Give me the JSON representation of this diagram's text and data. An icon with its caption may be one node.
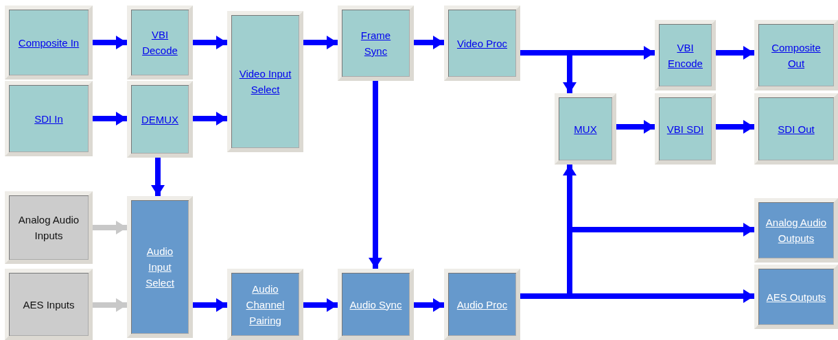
{
  "diagram": {
    "nodes": [
      {
        "text": [
          "Composite In"
        ]
      },
      {
        "text": [
          "SDI In"
        ]
      },
      {
        "text": [
          "VBI Decode"
        ]
      },
      {
        "text": [
          "DEMUX"
        ]
      },
      {
        "text": [
          "Video Input Select"
        ]
      },
      {
        "text": [
          "Frame Sync"
        ]
      },
      {
        "text": [
          "Video Proc"
        ]
      },
      {
        "text": [
          "VBI Encode"
        ]
      },
      {
        "text": [
          "Composite Out"
        ]
      },
      {
        "text": [
          "MUX"
        ]
      },
      {
        "text": [
          "VBI SDI"
        ]
      },
      {
        "text": [
          "SDI Out"
        ]
      },
      {
        "text": [
          "Analog Audio Inputs"
        ]
      },
      {
        "text": [
          "AES Inputs"
        ]
      },
      {
        "text": [
          "Audio Input Select"
        ]
      },
      {
        "text": [
          "Audio Channel Pairing"
        ]
      },
      {
        "text": [
          "Audio Sync"
        ]
      },
      {
        "text": [
          "Audio Proc"
        ]
      },
      {
        "text": [
          "Analog Audio Outputs"
        ]
      },
      {
        "text": [
          "AES Outputs"
        ]
      }
    ],
    "edges": [
      {
        "from": 0,
        "to": 2,
        "arrow": "to"
      },
      {
        "from": 1,
        "to": 3,
        "arrow": "to"
      },
      {
        "from": 2,
        "to": 4,
        "arrow": "to"
      },
      {
        "from": 3,
        "to": 4,
        "arrow": "to"
      },
      {
        "from": 4,
        "to": 5,
        "arrow": "to"
      },
      {
        "from": 5,
        "to": 6,
        "arrow": "to"
      },
      {
        "from": 6,
        "to": 7,
        "arrow": "to"
      },
      {
        "from": 6,
        "to": 9,
        "arrow": "to"
      },
      {
        "from": 7,
        "to": 8,
        "arrow": "to"
      },
      {
        "from": 9,
        "to": 10,
        "arrow": "to"
      },
      {
        "from": 10,
        "to": 11,
        "arrow": "to"
      },
      {
        "from": 3,
        "to": 14,
        "arrow": "to"
      },
      {
        "from": 12,
        "to": 14,
        "arrow": "to",
        "color": "#c8c8c8"
      },
      {
        "from": 13,
        "to": 14,
        "arrow": "to",
        "color": "#c8c8c8"
      },
      {
        "from": 14,
        "to": 15,
        "arrow": "to"
      },
      {
        "from": 15,
        "to": 16,
        "arrow": "to"
      },
      {
        "from": 16,
        "to": 17,
        "arrow": "to"
      },
      {
        "from": 5,
        "to": 16,
        "arrow": "to"
      },
      {
        "from": 17,
        "to": 9,
        "arrow": "to"
      },
      {
        "from": 17,
        "to": 18,
        "arrow": "to"
      },
      {
        "from": 17,
        "to": 19,
        "arrow": "to"
      }
    ]
  }
}
